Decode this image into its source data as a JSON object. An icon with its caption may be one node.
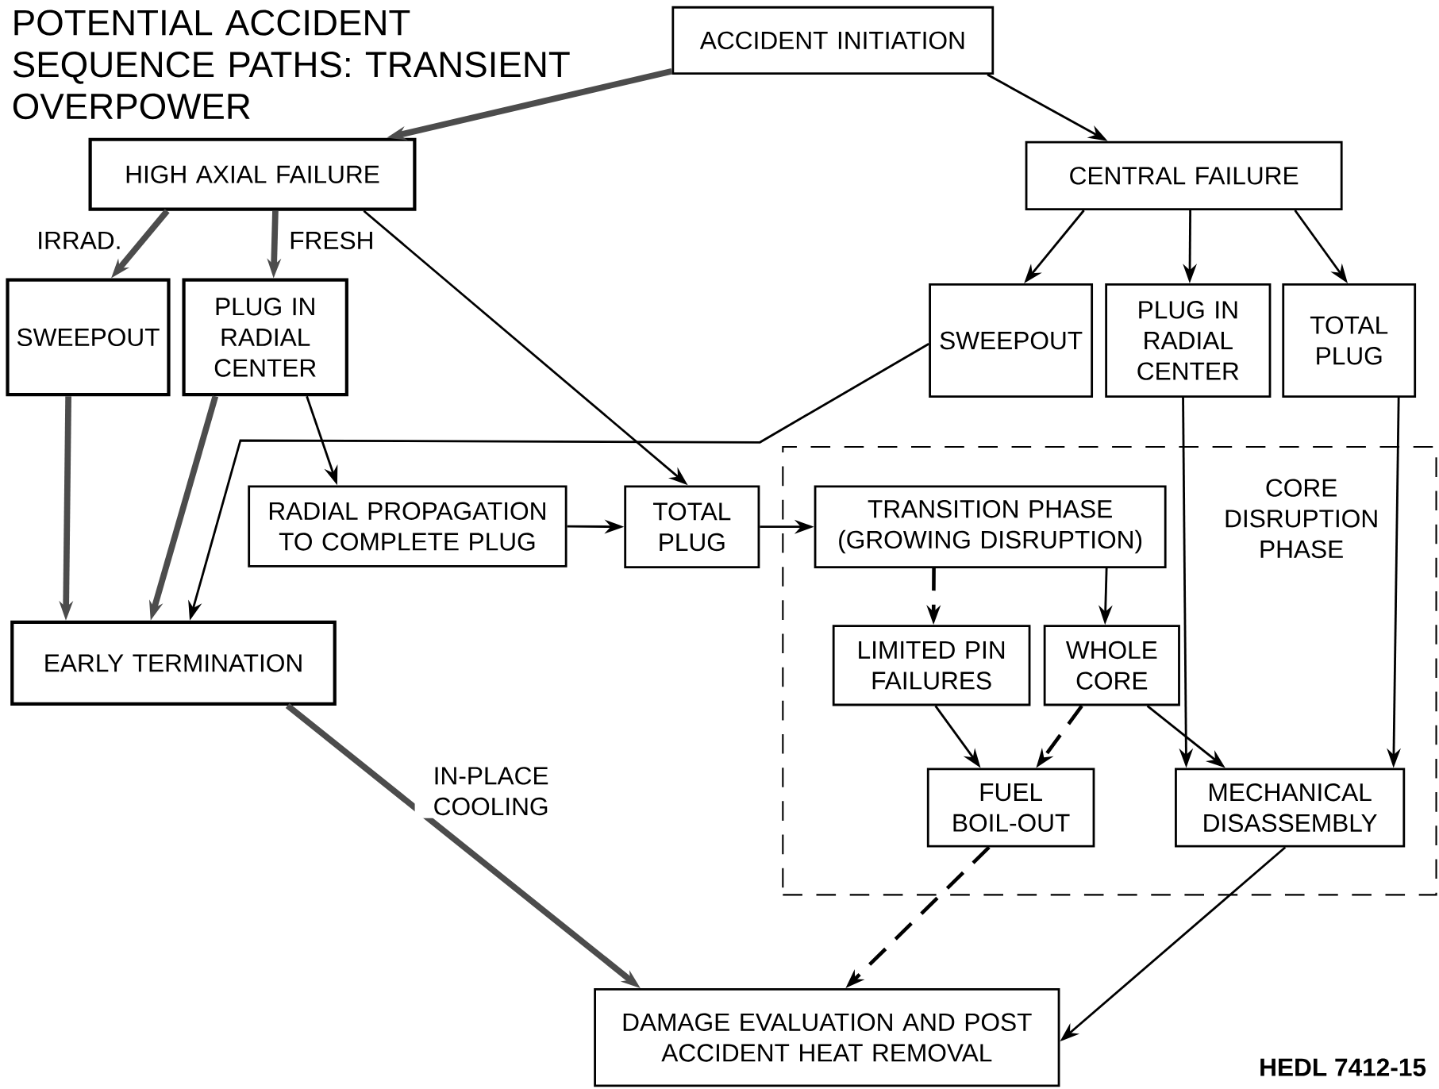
{
  "diagram": {
    "title": "POTENTIAL ACCIDENT SEQUENCE PATHS: TRANSIENT OVERPOWER",
    "nodes": [
      {
        "text": [
          "ACCIDENT INITIATION"
        ]
      },
      {
        "text": [
          "HIGH AXIAL FAILURE"
        ]
      },
      {
        "text": [
          "CENTRAL FAILURE"
        ]
      },
      {
        "text": [
          "SWEEPOUT"
        ]
      },
      {
        "text": [
          "PLUG IN RADIAL CENTER"
        ]
      },
      {
        "text": [
          "SWEEPOUT"
        ]
      },
      {
        "text": [
          "PLUG IN RADIAL CENTER"
        ]
      },
      {
        "text": [
          "TOTAL PLUG"
        ]
      },
      {
        "text": [
          "RADIAL PROPAGATION TO COMPLETE PLUG"
        ]
      },
      {
        "text": [
          "TOTAL PLUG"
        ]
      },
      {
        "text": [
          "CORE DISRUPTION PHASE"
        ]
      },
      {
        "text": [
          "TRANSITION PHASE (GROWING DISRUPTION)"
        ],
        "in": 10
      },
      {
        "text": [
          "LIMITED PIN FAILURES"
        ],
        "in": 10
      },
      {
        "text": [
          "WHOLE CORE"
        ],
        "in": 10
      },
      {
        "text": [
          "FUEL BOIL-OUT"
        ],
        "in": 10
      },
      {
        "text": [
          "MECHANICAL DISASSEMBLY"
        ],
        "in": 10
      },
      {
        "text": [
          "EARLY TERMINATION"
        ]
      },
      {
        "text": [
          "DAMAGE EVALUATION AND POST ACCIDENT HEAT REMOVAL"
        ]
      }
    ],
    "edges": [
      {
        "from": 0,
        "to": 1,
        "arrow": "to",
        "style": "thick"
      },
      {
        "from": 0,
        "to": 2,
        "arrow": "to"
      },
      {
        "from": 1,
        "to": 3,
        "arrow": "to",
        "style": "thick",
        "label": "IRRAD."
      },
      {
        "from": 1,
        "to": 4,
        "arrow": "to",
        "style": "thick",
        "label": "FRESH"
      },
      {
        "from": 1,
        "to": 9,
        "arrow": "to"
      },
      {
        "from": 2,
        "to": 5,
        "arrow": "to"
      },
      {
        "from": 2,
        "to": 6,
        "arrow": "to"
      },
      {
        "from": 2,
        "to": 7,
        "arrow": "to"
      },
      {
        "from": 3,
        "to": 16,
        "arrow": "to",
        "style": "thick"
      },
      {
        "from": 4,
        "to": 16,
        "arrow": "to",
        "style": "thick"
      },
      {
        "from": 4,
        "to": 8,
        "arrow": "to"
      },
      {
        "from": 5,
        "to": 16,
        "arrow": "to"
      },
      {
        "from": 8,
        "to": 9,
        "arrow": "to"
      },
      {
        "from": 9,
        "to": 11,
        "arrow": "to"
      },
      {
        "from": 11,
        "to": 12,
        "arrow": "to",
        "style": "dashed"
      },
      {
        "from": 11,
        "to": 13,
        "arrow": "to"
      },
      {
        "from": 12,
        "to": 14,
        "arrow": "to"
      },
      {
        "from": 13,
        "to": 14,
        "arrow": "to",
        "style": "dashed"
      },
      {
        "from": 13,
        "to": 15,
        "arrow": "to"
      },
      {
        "from": 6,
        "to": 15,
        "arrow": "to"
      },
      {
        "from": 7,
        "to": 15,
        "arrow": "to"
      },
      {
        "from": 16,
        "to": 17,
        "arrow": "to",
        "style": "thick",
        "label": "IN-PLACE COOLING"
      },
      {
        "from": 14,
        "to": 17,
        "arrow": "to",
        "style": "dashed"
      },
      {
        "from": 15,
        "to": 17,
        "arrow": "to"
      }
    ],
    "labels": [
      "HEDL 7412-15"
    ]
  }
}
